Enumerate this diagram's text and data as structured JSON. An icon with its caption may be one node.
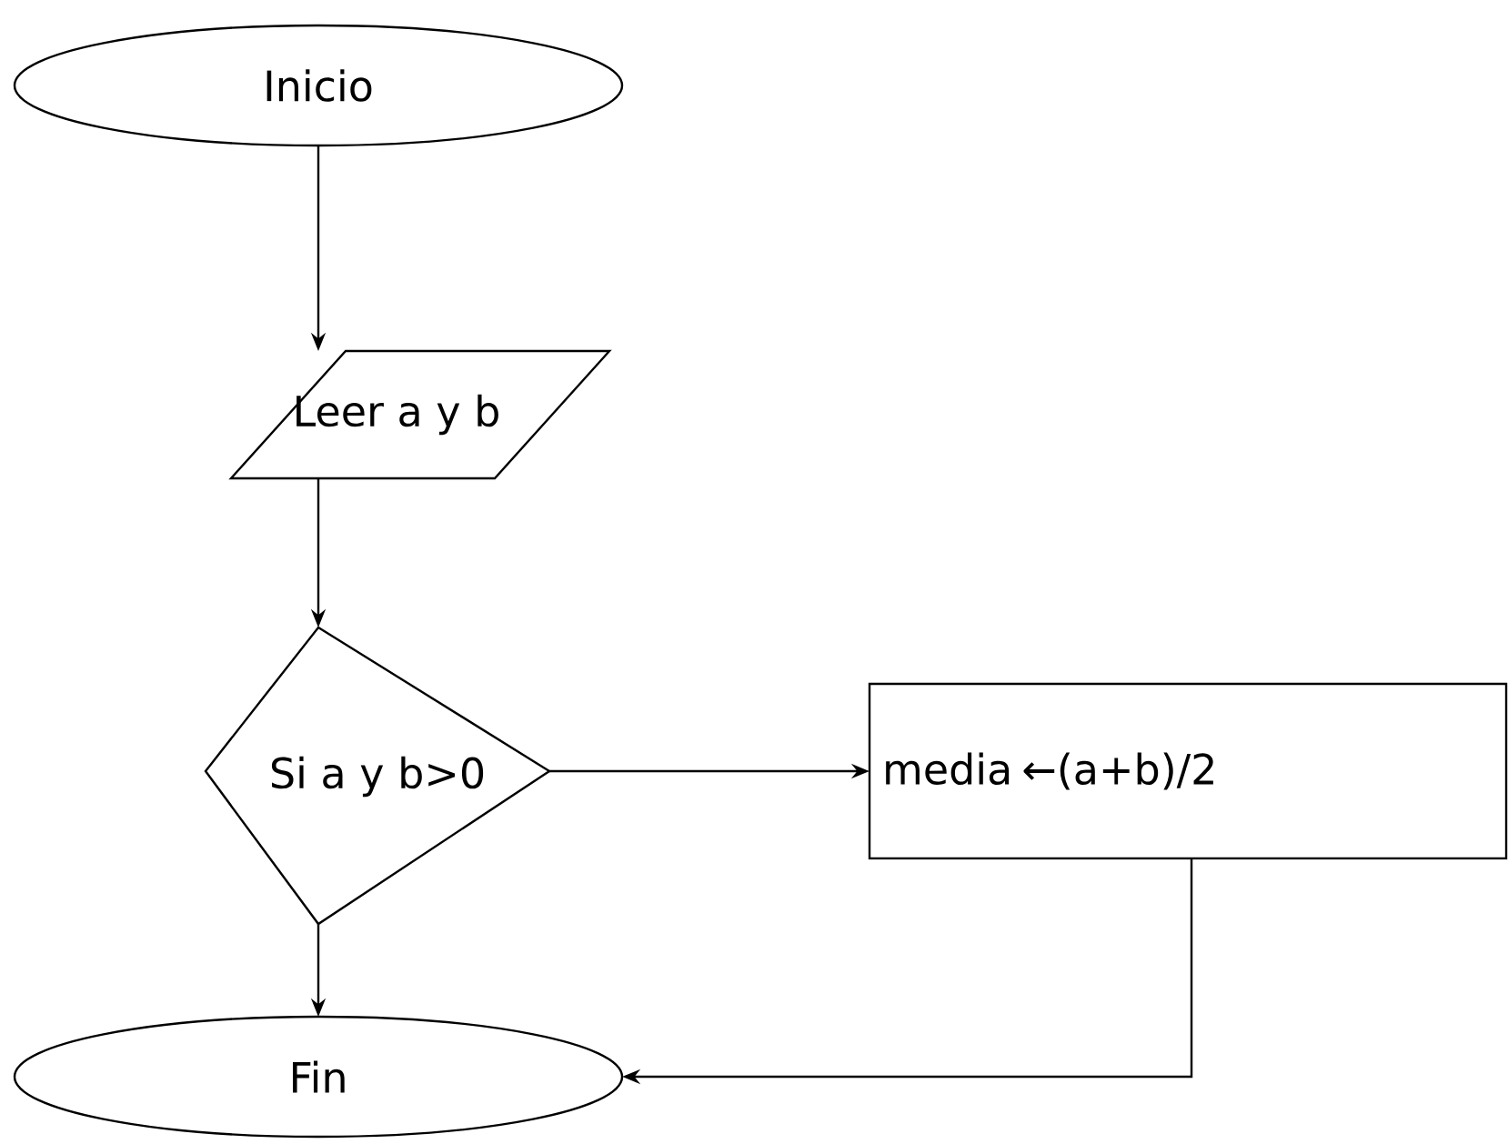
{
  "diagram": {
    "nodes": [
      {
        "text": [
          "Inicio"
        ]
      },
      {
        "text": [
          "Leer a y b"
        ]
      },
      {
        "text": [
          "Si a y b>0"
        ]
      },
      {
        "text": [
          "media ←(a+b)/2"
        ]
      },
      {
        "text": [
          "Fin"
        ]
      }
    ],
    "edges": [
      {
        "from": 0,
        "to": 1,
        "arrow": "to"
      },
      {
        "from": 1,
        "to": 2,
        "arrow": "to"
      },
      {
        "from": 2,
        "to": 3,
        "arrow": "to"
      },
      {
        "from": 2,
        "to": 4,
        "arrow": "to"
      },
      {
        "from": 3,
        "to": 4,
        "arrow": "to"
      }
    ]
  }
}
